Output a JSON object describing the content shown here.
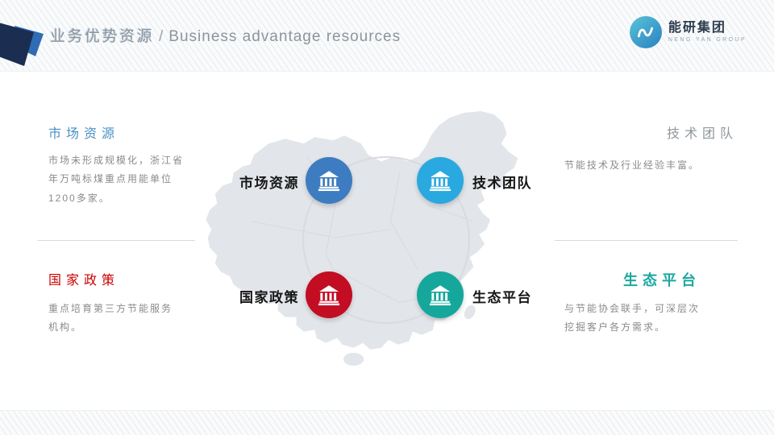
{
  "header": {
    "title_zh": "业务优势资源",
    "separator": "/",
    "title_en": "Business advantage resources"
  },
  "logo": {
    "icon": "wave-n-icon",
    "name": "能研集团",
    "tagline": "NENG YAN GROUP"
  },
  "graphics": {
    "map": "china-map-silhouette",
    "ring": "circle-outline"
  },
  "badges": [
    {
      "label": "市场资源",
      "color": "#3d7cc0",
      "icon": "bank-icon"
    },
    {
      "label": "技术团队",
      "color": "#29a9e0",
      "icon": "bank-icon"
    },
    {
      "label": "国家政策",
      "color": "#c30d23",
      "icon": "bank-icon"
    },
    {
      "label": "生态平台",
      "color": "#16a79c",
      "icon": "bank-icon"
    }
  ],
  "sections": {
    "market": {
      "heading": "市场资源",
      "accent": "#4a90c6",
      "body": "市场未形成规模化，浙江省年万吨标煤重点用能单位1200多家。"
    },
    "tech": {
      "heading": "技术团队",
      "accent": "#8f979c",
      "body": "节能技术及行业经验丰富。"
    },
    "policy": {
      "heading": "国家政策",
      "accent": "#cc0000",
      "body": "重点培育第三方节能服务机构。"
    },
    "eco": {
      "heading": "生态平台",
      "accent": "#1ba8a0",
      "body": "与节能协会联手，可深层次挖掘客户各方需求。"
    }
  }
}
